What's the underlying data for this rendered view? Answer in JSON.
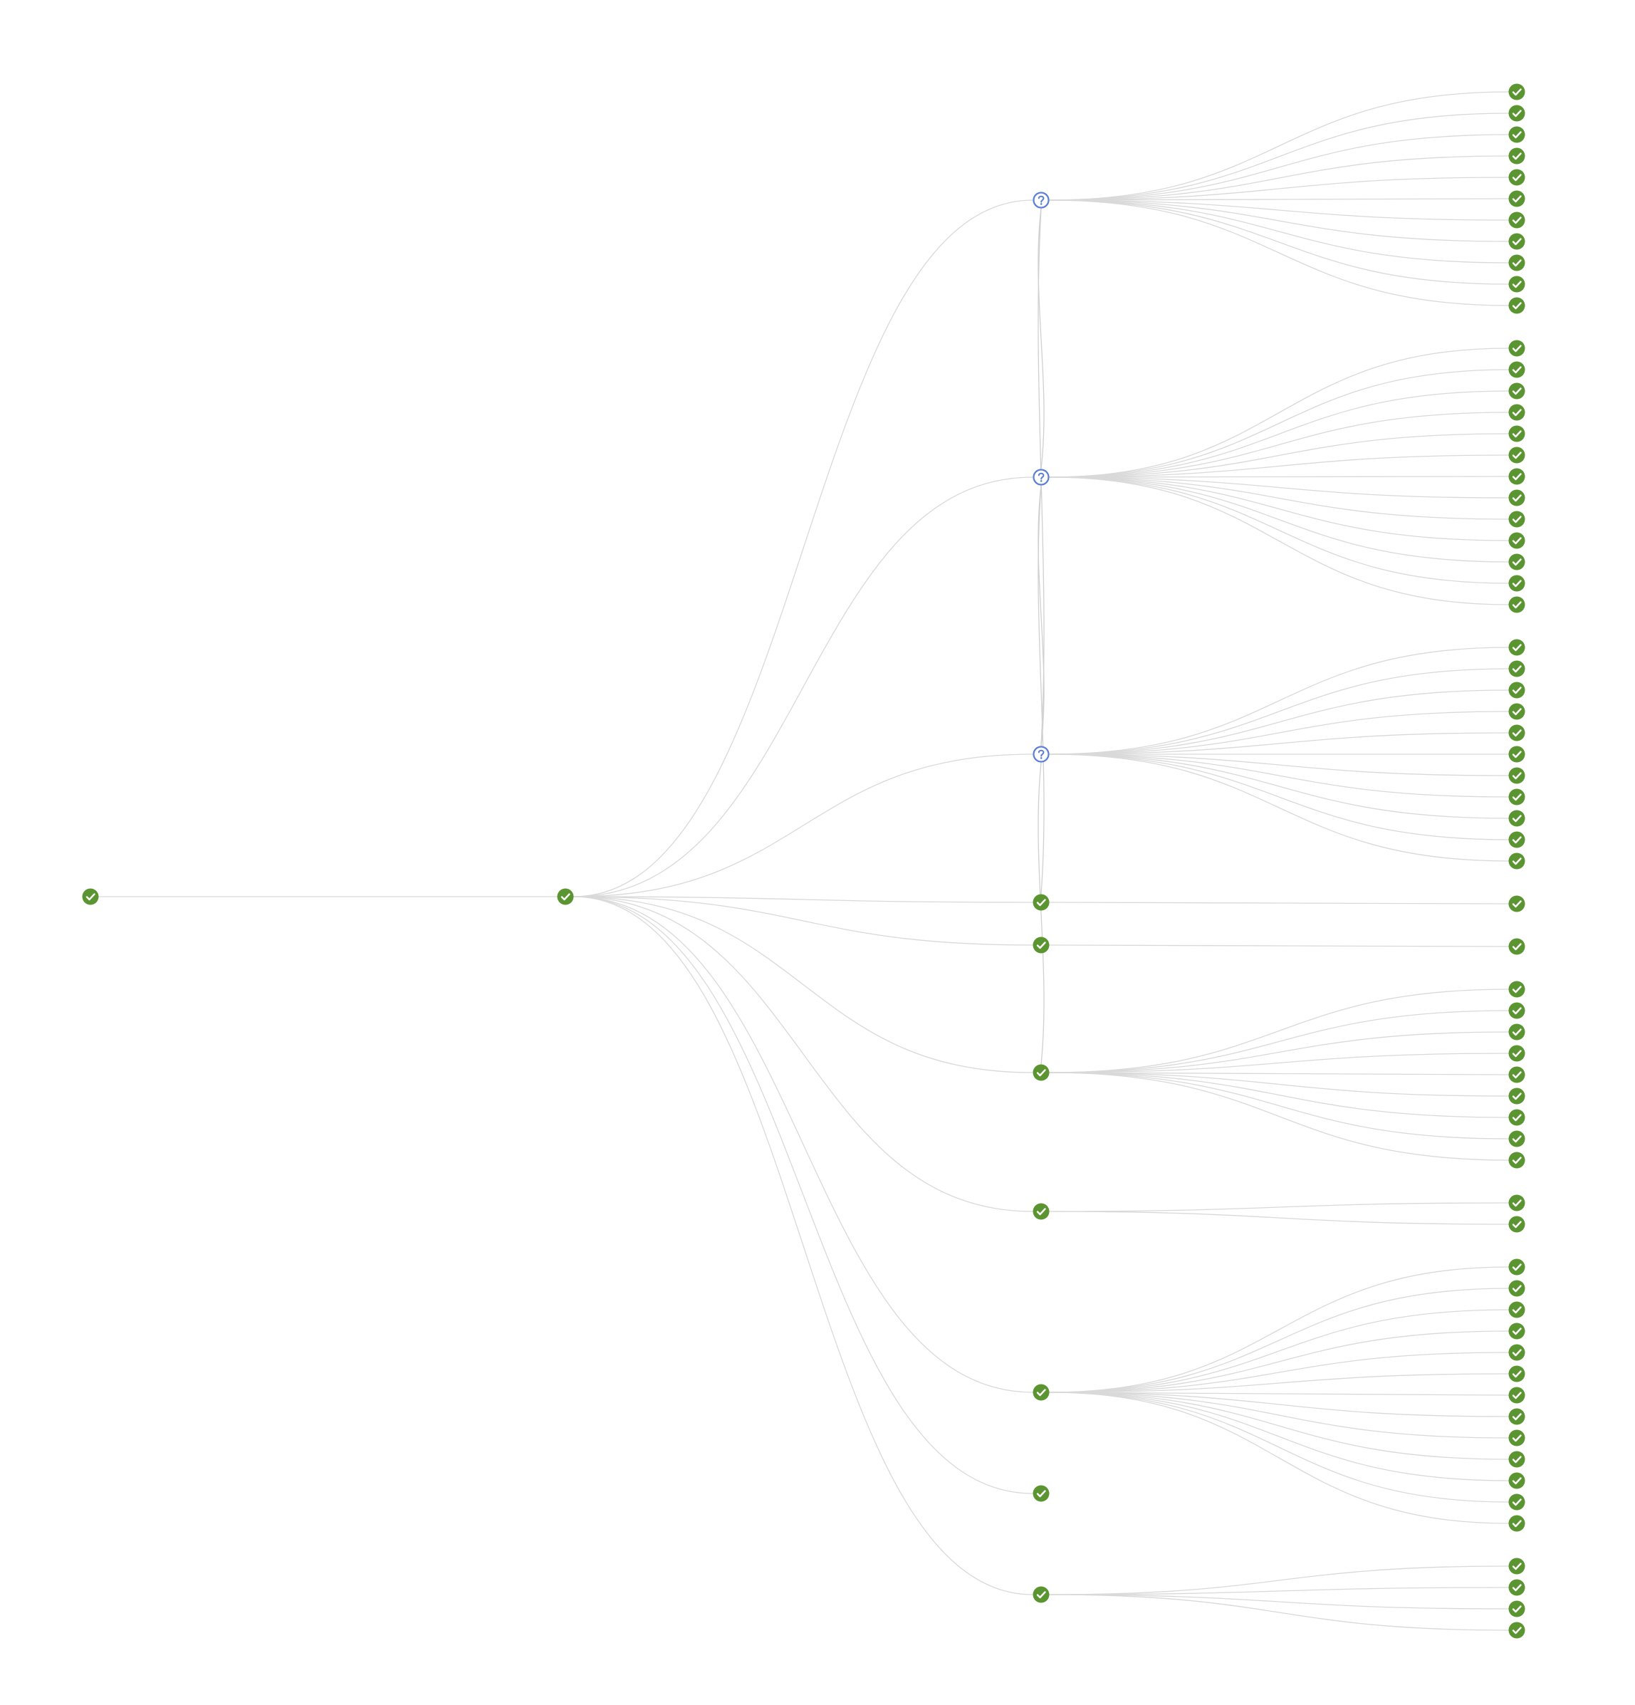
{
  "colors": {
    "success": "#5b9531",
    "pending": "#5b7fd6",
    "edge": "#d9d9d9",
    "background": "#ffffff"
  },
  "icons": {
    "success": "check-circle-icon",
    "pending": "question-circle-icon"
  },
  "graph": {
    "columns": 4,
    "levels": [
      {
        "nodes": [
          {
            "id": "n0",
            "status": "success"
          }
        ]
      },
      {
        "nodes": [
          {
            "id": "n1",
            "status": "success",
            "parent": "n0"
          }
        ]
      },
      {
        "nodes": [
          {
            "id": "g1",
            "status": "pending",
            "parent": "n1",
            "children": 11
          },
          {
            "id": "g2",
            "status": "pending",
            "parent": "n1",
            "children": 13
          },
          {
            "id": "g3",
            "status": "pending",
            "parent": "n1",
            "children": 11
          },
          {
            "id": "g4",
            "status": "success",
            "parent": "n1",
            "children": 1
          },
          {
            "id": "g5",
            "status": "success",
            "parent": "n1",
            "children": 1
          },
          {
            "id": "g6",
            "status": "success",
            "parent": "n1",
            "children": 9
          },
          {
            "id": "g7",
            "status": "success",
            "parent": "n1",
            "children": 2
          },
          {
            "id": "g8",
            "status": "success",
            "parent": "n1",
            "children": 13
          },
          {
            "id": "g9",
            "status": "success",
            "parent": "n1",
            "children": 0
          },
          {
            "id": "g10",
            "status": "success",
            "parent": "n1",
            "children": 4
          }
        ]
      }
    ],
    "leaf_status": "success",
    "dependencies": [
      [
        "g1",
        "g2"
      ],
      [
        "g2",
        "g3"
      ],
      [
        "g1",
        "g3"
      ],
      [
        "g3",
        "g6"
      ],
      [
        "g2",
        "g4"
      ]
    ]
  }
}
